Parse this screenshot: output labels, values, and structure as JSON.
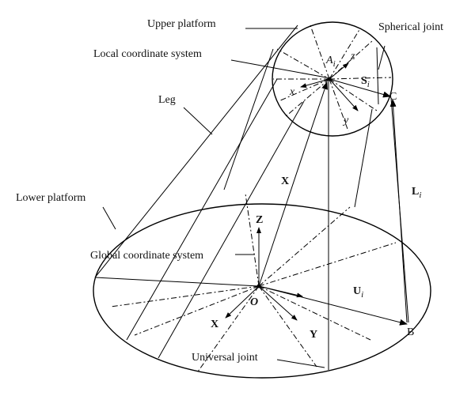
{
  "labels": {
    "upper_platform": "Upper platform",
    "spherical_joint": "Spherical joint",
    "local_coordinate_system": "Local coordinate system",
    "leg": "Leg",
    "lower_platform": "Lower platform",
    "global_coordinate_system": "Global coordinate system",
    "universal_joint": "Universal joint"
  },
  "symbols": {
    "A_main": "A",
    "A_sub": "i",
    "z_local": "z",
    "x_local": "x",
    "y_local": "y",
    "S_main": "S",
    "S_sub": "i",
    "C": "C",
    "X_vec": "X",
    "L_main": "L",
    "L_sub": "i",
    "Z_global": "Z",
    "O": "O",
    "U_main": "U",
    "U_sub": "i",
    "X_global": "X",
    "Y_global": "Y",
    "B": "B"
  }
}
